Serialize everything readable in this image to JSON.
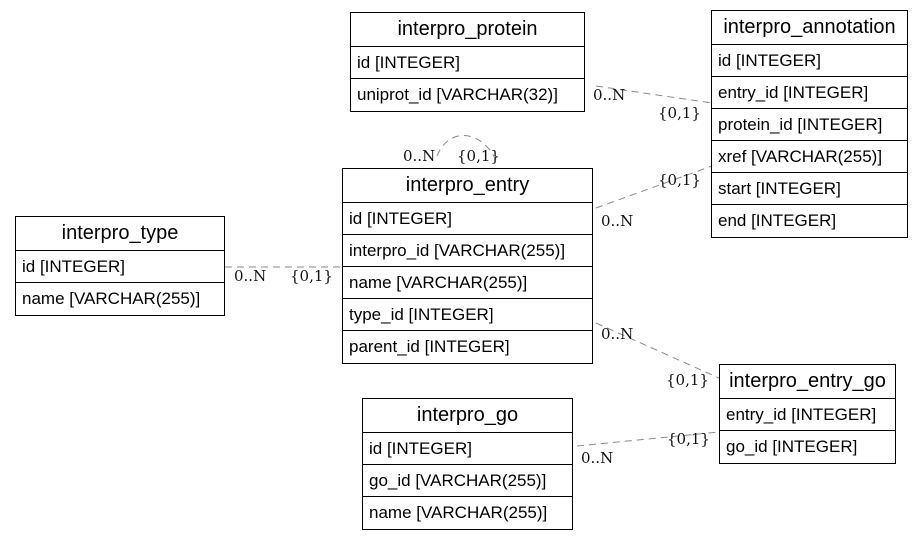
{
  "tables": {
    "interpro_protein": {
      "title": "interpro_protein",
      "columns": [
        "id [INTEGER]",
        "uniprot_id [VARCHAR(32)]"
      ]
    },
    "interpro_annotation": {
      "title": "interpro_annotation",
      "columns": [
        "id [INTEGER]",
        "entry_id [INTEGER]",
        "protein_id [INTEGER]",
        "xref [VARCHAR(255)]",
        "start [INTEGER]",
        "end [INTEGER]"
      ]
    },
    "interpro_type": {
      "title": "interpro_type",
      "columns": [
        "id [INTEGER]",
        "name [VARCHAR(255)]"
      ]
    },
    "interpro_entry": {
      "title": "interpro_entry",
      "columns": [
        "id [INTEGER]",
        "interpro_id [VARCHAR(255)]",
        "name [VARCHAR(255)]",
        "type_id [INTEGER]",
        "parent_id [INTEGER]"
      ]
    },
    "interpro_entry_go": {
      "title": "interpro_entry_go",
      "columns": [
        "entry_id [INTEGER]",
        "go_id [INTEGER]"
      ]
    },
    "interpro_go": {
      "title": "interpro_go",
      "columns": [
        "id [INTEGER]",
        "go_id [VARCHAR(255)]",
        "name [VARCHAR(255)]"
      ]
    }
  },
  "relationships": [
    {
      "id": "annotation-protein",
      "many_label": "0..N",
      "one_label": "{0,1}"
    },
    {
      "id": "annotation-entry",
      "many_label": "0..N",
      "one_label": "{0,1}"
    },
    {
      "id": "entry-parent-self",
      "many_label": "0..N",
      "one_label": "{0,1}"
    },
    {
      "id": "entry-type",
      "many_label": "0..N",
      "one_label": "{0,1}"
    },
    {
      "id": "entry-go-entry",
      "many_label": "0..N",
      "one_label": "{0,1}"
    },
    {
      "id": "entry-go-go",
      "many_label": "0..N",
      "one_label": "{0,1}"
    }
  ]
}
